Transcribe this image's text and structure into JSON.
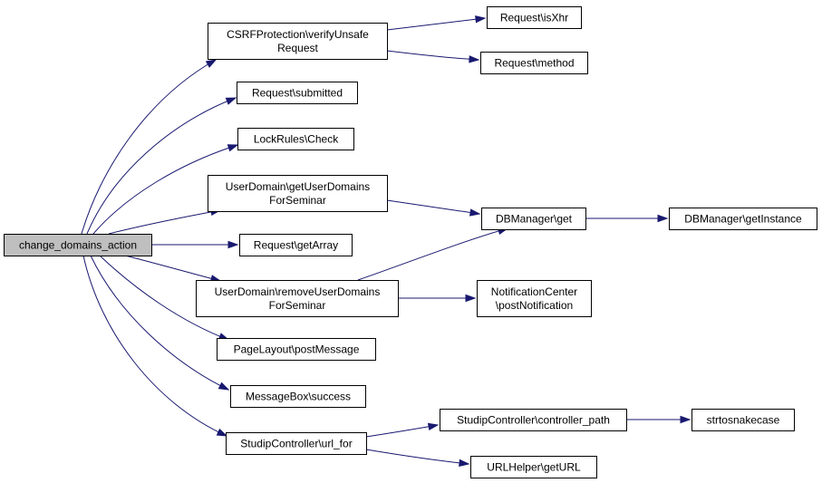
{
  "diagram": {
    "type": "call-graph",
    "colors": {
      "edge": "#191970",
      "node_border": "#000000",
      "node_fill": "#ffffff",
      "root_fill": "#bfbfbf"
    },
    "nodes": [
      {
        "id": "root",
        "lines": [
          "change_domains_action"
        ],
        "root": true
      },
      {
        "id": "csrf",
        "lines": [
          "CSRFProtection\\verifyUnsafe",
          "Request"
        ]
      },
      {
        "id": "isxhr",
        "lines": [
          "Request\\isXhr"
        ]
      },
      {
        "id": "method",
        "lines": [
          "Request\\method"
        ]
      },
      {
        "id": "submitted",
        "lines": [
          "Request\\submitted"
        ]
      },
      {
        "id": "lockrules",
        "lines": [
          "LockRules\\Check"
        ]
      },
      {
        "id": "getuserdomains",
        "lines": [
          "UserDomain\\getUserDomains",
          "ForSeminar"
        ]
      },
      {
        "id": "dbget",
        "lines": [
          "DBManager\\get"
        ]
      },
      {
        "id": "dbinstance",
        "lines": [
          "DBManager\\getInstance"
        ]
      },
      {
        "id": "getarray",
        "lines": [
          "Request\\getArray"
        ]
      },
      {
        "id": "removeuserdomains",
        "lines": [
          "UserDomain\\removeUserDomains",
          "ForSeminar"
        ]
      },
      {
        "id": "postnotification",
        "lines": [
          "NotificationCenter",
          "\\postNotification"
        ]
      },
      {
        "id": "postmessage",
        "lines": [
          "PageLayout\\postMessage"
        ]
      },
      {
        "id": "success",
        "lines": [
          "MessageBox\\success"
        ]
      },
      {
        "id": "urlfor",
        "lines": [
          "StudipController\\url_for"
        ]
      },
      {
        "id": "controllerpath",
        "lines": [
          "StudipController\\controller_path"
        ]
      },
      {
        "id": "snakecase",
        "lines": [
          "strtosnakecase"
        ]
      },
      {
        "id": "geturl",
        "lines": [
          "URLHelper\\getURL"
        ]
      }
    ],
    "edges": [
      {
        "from": "root",
        "to": "csrf"
      },
      {
        "from": "root",
        "to": "submitted"
      },
      {
        "from": "root",
        "to": "lockrules"
      },
      {
        "from": "root",
        "to": "getuserdomains"
      },
      {
        "from": "root",
        "to": "getarray"
      },
      {
        "from": "root",
        "to": "removeuserdomains"
      },
      {
        "from": "root",
        "to": "postmessage"
      },
      {
        "from": "root",
        "to": "success"
      },
      {
        "from": "root",
        "to": "urlfor"
      },
      {
        "from": "csrf",
        "to": "isxhr"
      },
      {
        "from": "csrf",
        "to": "method"
      },
      {
        "from": "getuserdomains",
        "to": "dbget"
      },
      {
        "from": "removeuserdomains",
        "to": "dbget"
      },
      {
        "from": "removeuserdomains",
        "to": "postnotification"
      },
      {
        "from": "dbget",
        "to": "dbinstance"
      },
      {
        "from": "urlfor",
        "to": "controllerpath"
      },
      {
        "from": "urlfor",
        "to": "geturl"
      },
      {
        "from": "controllerpath",
        "to": "snakecase"
      }
    ]
  }
}
